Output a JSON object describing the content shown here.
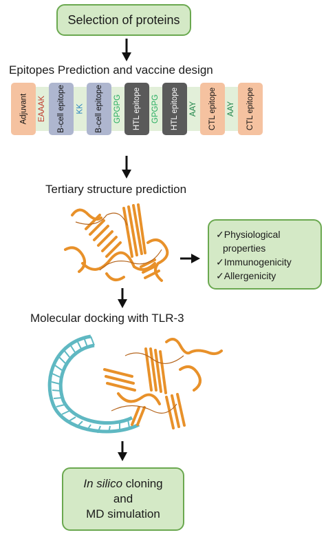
{
  "steps": {
    "selection": "Selection of proteins",
    "epitopes_title": "Epitopes Prediction and vaccine design",
    "tertiary_title": "Tertiary structure prediction",
    "docking_title": "Molecular docking with TLR-3",
    "final_italic": "In silico",
    "final_rest_1": " cloning",
    "final_line_2": "and",
    "final_line_3": "MD simulation"
  },
  "vaccine_construct": [
    {
      "label": "Adjuvant",
      "kind": "block",
      "color": "#f5c2a0"
    },
    {
      "label": "EAAAK",
      "kind": "linker",
      "color": "#c0392b"
    },
    {
      "label": "B-cell epitope",
      "kind": "block",
      "color": "#aeb6cf"
    },
    {
      "label": "KK",
      "kind": "linker",
      "color": "#2e86c1"
    },
    {
      "label": "B-cell epitope",
      "kind": "block",
      "color": "#aeb6cf"
    },
    {
      "label": "GPGPG",
      "kind": "linker",
      "color": "#27ae60"
    },
    {
      "label": "HTL epitope",
      "kind": "block",
      "color": "#5a5a5a"
    },
    {
      "label": "GPGPG",
      "kind": "linker",
      "color": "#27ae60"
    },
    {
      "label": "HTL epitope",
      "kind": "block",
      "color": "#5a5a5a"
    },
    {
      "label": "AAY",
      "kind": "linker",
      "color": "#1e8449"
    },
    {
      "label": "CTL epitope",
      "kind": "block",
      "color": "#f5c2a0"
    },
    {
      "label": "AAY",
      "kind": "linker",
      "color": "#1e8449"
    },
    {
      "label": "CTL epitope",
      "kind": "block",
      "color": "#f5c2a0"
    }
  ],
  "properties": {
    "check": "✓",
    "items": [
      "Physiological",
      "properties",
      "Immunogenicity",
      "Allergenicity"
    ]
  },
  "colors": {
    "box_fill": "#d4e9c6",
    "box_border": "#6aa84f",
    "protein": "#e8912a",
    "receptor": "#5fb8c2",
    "linker_bg": "#e2efd9"
  }
}
